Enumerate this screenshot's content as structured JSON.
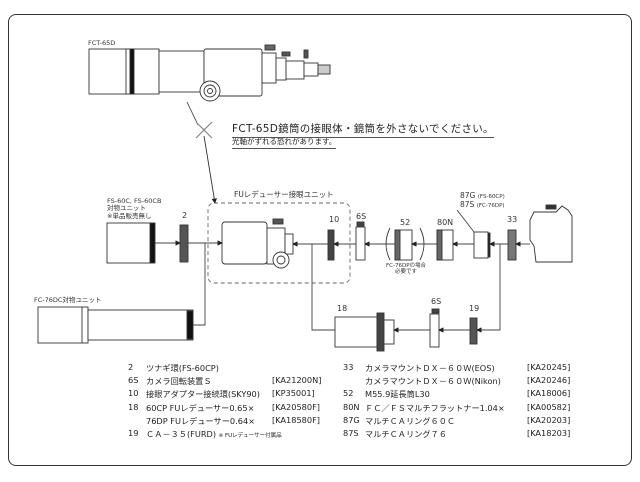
{
  "diagram": {
    "telescope_label": "FCT-65D",
    "warning_main": "FCT-65D鏡筒の接眼体・鏡筒を外さないでください。",
    "warning_sub": "光軸がずれる恐れがあります。",
    "reducer_unit_label": "FUレデューサー接眼ユニット",
    "fs60_label_lines": [
      "FS-60C, FS-60CB",
      "対物ユニット",
      "※単品販売無し"
    ],
    "fc76_label": "FC-76DC対物ユニット",
    "fc76dp_note_lines": [
      "FC-76DPの場合",
      "必要です"
    ],
    "ring87_labels": [
      {
        "num": "87G",
        "note": "(FS-60CP)"
      },
      {
        "num": "87S",
        "note": "(FC-76DP)"
      }
    ],
    "part_numbers": {
      "p2": "2",
      "p10": "10",
      "p6s_top": "6S",
      "p52": "52",
      "p80n": "80N",
      "p33": "33",
      "p18": "18",
      "p6s_bottom": "6S",
      "p19": "19"
    }
  },
  "legend_left": [
    {
      "num": "2",
      "name": "ツナギ環(FS-60CP)",
      "code": ""
    },
    {
      "num": "6S",
      "name": "カメラ回転装置Ｓ",
      "code": "[KA21200N]"
    },
    {
      "num": "10",
      "name": "接眼アダプター接続環(SKY90)",
      "code": "[KP35001]"
    },
    {
      "num": "18",
      "name": "60CP FUレデューサー0.65×",
      "code": "[KA20580F]"
    },
    {
      "num": "",
      "name": "76DP FUレデューサー0.64×",
      "code": "[KA18580F]"
    },
    {
      "num": "19",
      "name": "ＣＡ－３５(FURD)",
      "note": "※ FUレデューサー付属品",
      "code": ""
    }
  ],
  "legend_right": [
    {
      "num": "33",
      "name": "カメラマウントＤＸ－６０Ｗ(EOS)",
      "code": "[KA20245]"
    },
    {
      "num": "",
      "name": "カメラマウントＤＸ－６０Ｗ(Nikon)",
      "code": "[KA20246]"
    },
    {
      "num": "52",
      "name": "M55.9延長筒L30",
      "code": "[KA18006]"
    },
    {
      "num": "80N",
      "name": "ＦＣ／ＦＳマルチフラットナー1.04×",
      "code": "[KA00582]"
    },
    {
      "num": "87G",
      "name": "マルチＣＡリング６０Ｃ",
      "code": "[KA20203]"
    },
    {
      "num": "87S",
      "name": "マルチＣＡリング７６",
      "code": "[KA18203]"
    }
  ]
}
